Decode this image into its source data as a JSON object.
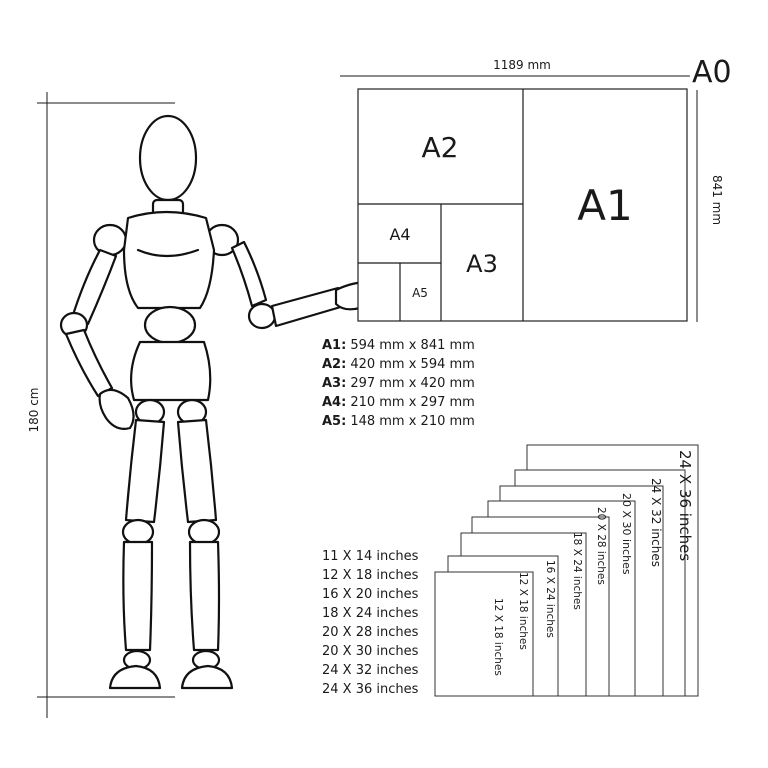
{
  "height_label": "180 cm",
  "a_series": {
    "width_label": "1189 mm",
    "height_label": "841 mm",
    "a0_label": "A0",
    "cells": {
      "a1": "A1",
      "a2": "A2",
      "a3": "A3",
      "a4": "A4",
      "a5": "A5"
    },
    "specs": [
      {
        "name": "A1:",
        "size": "594 mm x 841 mm"
      },
      {
        "name": "A2:",
        "size": "420 mm x 594 mm"
      },
      {
        "name": "A3:",
        "size": "297 mm x 420 mm"
      },
      {
        "name": "A4:",
        "size": "210 mm x 297 mm"
      },
      {
        "name": "A5:",
        "size": "148 mm x 210 mm"
      }
    ]
  },
  "inch_series": {
    "list": [
      "11 X 14 inches",
      "12 X 18 inches",
      "16 X 20 inches",
      "18 X 24 inches",
      "20 X 28 inches",
      "20 X 30 inches",
      "24 X 32 inches",
      "24 X 36 inches"
    ],
    "sheets": [
      "24 X 36 inches",
      "24 X 32 inches",
      "20 X 30 inches",
      "20 X 28 inches",
      "18 X 24 inches",
      "16 X 24 inches",
      "12 X 18 inches",
      "12 X 18 inches"
    ]
  }
}
